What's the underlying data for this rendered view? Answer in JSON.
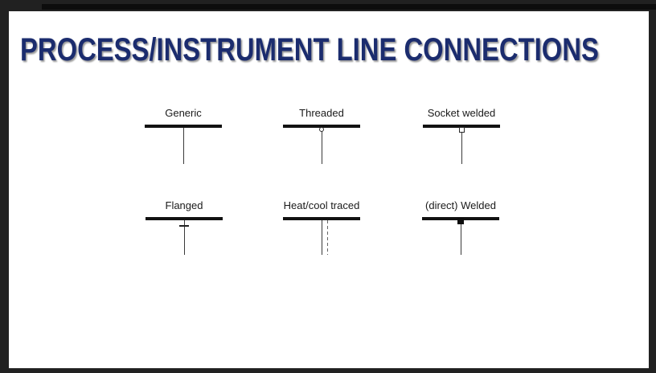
{
  "slide": {
    "title": "PROCESS/INSTRUMENT LINE CONNECTIONS",
    "title_color": "#1b2c6e",
    "page_background": "#ffffff",
    "viewer_background": "#212121",
    "line_color": "#121212",
    "symbols": [
      {
        "label": "Generic",
        "type": "generic",
        "connector": "none"
      },
      {
        "label": "Threaded",
        "type": "threaded",
        "connector": "open-circle"
      },
      {
        "label": "Socket welded",
        "type": "socket-welded",
        "connector": "open-square"
      },
      {
        "label": "Flanged",
        "type": "flanged",
        "connector": "cross-tick"
      },
      {
        "label": "Heat/cool traced",
        "type": "heat-cool-traced",
        "connector": "parallel-dashed-line"
      },
      {
        "label": "(direct) Welded",
        "type": "direct-welded",
        "connector": "filled-square"
      }
    ]
  }
}
